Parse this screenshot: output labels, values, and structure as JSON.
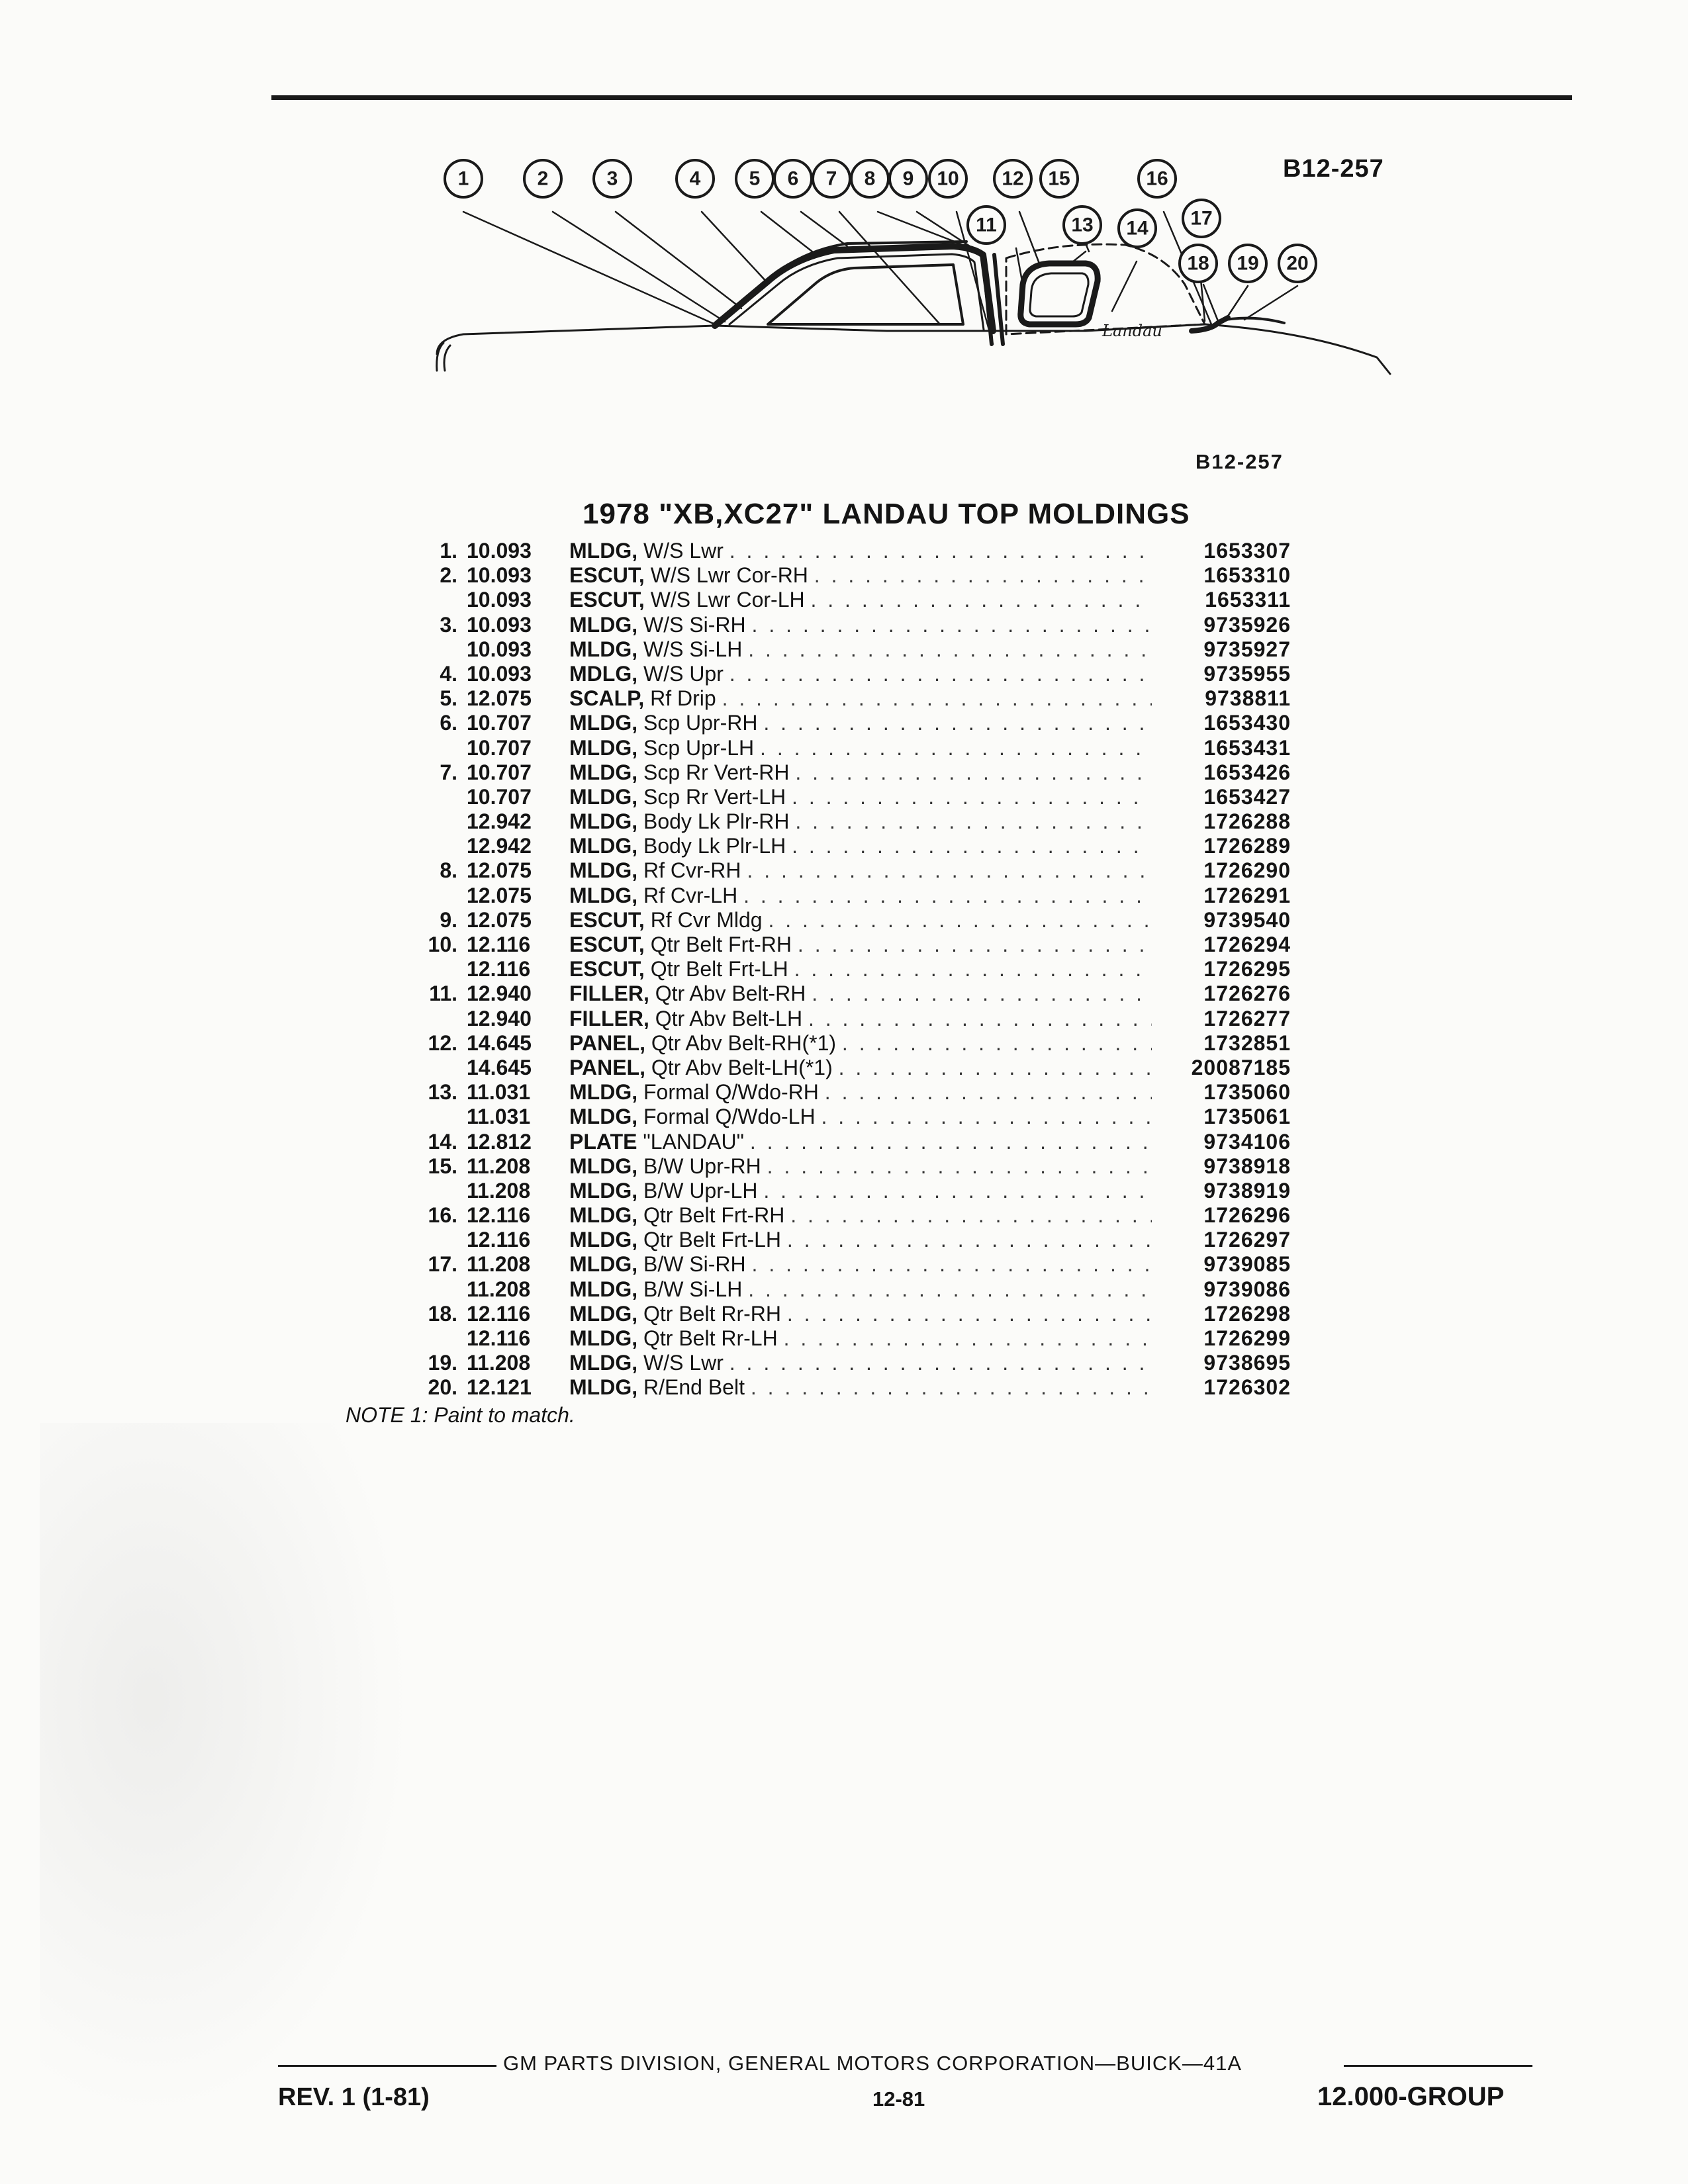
{
  "figure": {
    "code": "B12-257",
    "callouts": [
      "1",
      "2",
      "3",
      "4",
      "5",
      "6",
      "7",
      "8",
      "9",
      "10",
      "11",
      "12",
      "13",
      "14",
      "15",
      "16",
      "17",
      "18",
      "19",
      "20"
    ],
    "emblem_script": "Landau"
  },
  "title": "1978 \"XB,XC27\" LANDAU TOP MOLDINGS",
  "parts": [
    {
      "num": "1.",
      "group": "10.093",
      "kind": "MLDG,",
      "desc": "W/S Lwr",
      "part": "1653307"
    },
    {
      "num": "2.",
      "group": "10.093",
      "kind": "ESCUT,",
      "desc": "W/S Lwr Cor-RH",
      "part": "1653310"
    },
    {
      "num": "",
      "group": "10.093",
      "kind": "ESCUT,",
      "desc": "W/S Lwr Cor-LH",
      "part": "1653311"
    },
    {
      "num": "3.",
      "group": "10.093",
      "kind": "MLDG,",
      "desc": "W/S Si-RH",
      "part": "9735926"
    },
    {
      "num": "",
      "group": "10.093",
      "kind": "MLDG,",
      "desc": "W/S Si-LH",
      "part": "9735927"
    },
    {
      "num": "4.",
      "group": "10.093",
      "kind": "MDLG,",
      "desc": "W/S Upr",
      "part": "9735955"
    },
    {
      "num": "5.",
      "group": "12.075",
      "kind": "SCALP,",
      "desc": "Rf Drip",
      "part": "9738811"
    },
    {
      "num": "6.",
      "group": "10.707",
      "kind": "MLDG,",
      "desc": "Scp Upr-RH",
      "part": "1653430"
    },
    {
      "num": "",
      "group": "10.707",
      "kind": "MLDG,",
      "desc": "Scp Upr-LH",
      "part": "1653431"
    },
    {
      "num": "7.",
      "group": "10.707",
      "kind": "MLDG,",
      "desc": "Scp Rr Vert-RH",
      "part": "1653426"
    },
    {
      "num": "",
      "group": "10.707",
      "kind": "MLDG,",
      "desc": "Scp Rr Vert-LH",
      "part": "1653427"
    },
    {
      "num": "",
      "group": "12.942",
      "kind": "MLDG,",
      "desc": "Body Lk Plr-RH",
      "part": "1726288"
    },
    {
      "num": "",
      "group": "12.942",
      "kind": "MLDG,",
      "desc": "Body Lk Plr-LH",
      "part": "1726289"
    },
    {
      "num": "8.",
      "group": "12.075",
      "kind": "MLDG,",
      "desc": "Rf Cvr-RH",
      "part": "1726290"
    },
    {
      "num": "",
      "group": "12.075",
      "kind": "MLDG,",
      "desc": "Rf Cvr-LH",
      "part": "1726291"
    },
    {
      "num": "9.",
      "group": "12.075",
      "kind": "ESCUT,",
      "desc": "Rf Cvr Mldg",
      "part": "9739540"
    },
    {
      "num": "10.",
      "group": "12.116",
      "kind": "ESCUT,",
      "desc": "Qtr Belt Frt-RH",
      "part": "1726294"
    },
    {
      "num": "",
      "group": "12.116",
      "kind": "ESCUT,",
      "desc": "Qtr Belt Frt-LH",
      "part": "1726295"
    },
    {
      "num": "11.",
      "group": "12.940",
      "kind": "FILLER,",
      "desc": "Qtr Abv Belt-RH",
      "part": "1726276"
    },
    {
      "num": "",
      "group": "12.940",
      "kind": "FILLER,",
      "desc": "Qtr Abv Belt-LH",
      "part": "1726277"
    },
    {
      "num": "12.",
      "group": "14.645",
      "kind": "PANEL,",
      "desc": "Qtr Abv Belt-RH(*1)",
      "part": "1732851"
    },
    {
      "num": "",
      "group": "14.645",
      "kind": "PANEL,",
      "desc": "Qtr Abv Belt-LH(*1)",
      "part": "20087185"
    },
    {
      "num": "13.",
      "group": "11.031",
      "kind": "MLDG,",
      "desc": "Formal Q/Wdo-RH",
      "part": "1735060"
    },
    {
      "num": "",
      "group": "11.031",
      "kind": "MLDG,",
      "desc": "Formal Q/Wdo-LH",
      "part": "1735061"
    },
    {
      "num": "14.",
      "group": "12.812",
      "kind": "PLATE",
      "desc": "\"LANDAU\"",
      "part": "9734106"
    },
    {
      "num": "15.",
      "group": "11.208",
      "kind": "MLDG,",
      "desc": "B/W Upr-RH",
      "part": "9738918"
    },
    {
      "num": "",
      "group": "11.208",
      "kind": "MLDG,",
      "desc": "B/W Upr-LH",
      "part": "9738919"
    },
    {
      "num": "16.",
      "group": "12.116",
      "kind": "MLDG,",
      "desc": "Qtr Belt Frt-RH",
      "part": "1726296"
    },
    {
      "num": "",
      "group": "12.116",
      "kind": "MLDG,",
      "desc": "Qtr Belt Frt-LH",
      "part": "1726297"
    },
    {
      "num": "17.",
      "group": "11.208",
      "kind": "MLDG,",
      "desc": "B/W Si-RH",
      "part": "9739085"
    },
    {
      "num": "",
      "group": "11.208",
      "kind": "MLDG,",
      "desc": "B/W Si-LH",
      "part": "9739086"
    },
    {
      "num": "18.",
      "group": "12.116",
      "kind": "MLDG,",
      "desc": "Qtr Belt Rr-RH",
      "part": "1726298"
    },
    {
      "num": "",
      "group": "12.116",
      "kind": "MLDG,",
      "desc": "Qtr Belt Rr-LH",
      "part": "1726299"
    },
    {
      "num": "19.",
      "group": "11.208",
      "kind": "MLDG,",
      "desc": "W/S Lwr",
      "part": "9738695"
    },
    {
      "num": "20.",
      "group": "12.121",
      "kind": "MLDG,",
      "desc": "R/End Belt",
      "part": "1726302"
    }
  ],
  "note": "NOTE 1: Paint to match.",
  "footer": {
    "center": "GM PARTS DIVISION, GENERAL MOTORS CORPORATION—BUICK—41A",
    "revision": "REV. 1 (1-81)",
    "page": "12-81",
    "group": "12.000-GROUP"
  }
}
